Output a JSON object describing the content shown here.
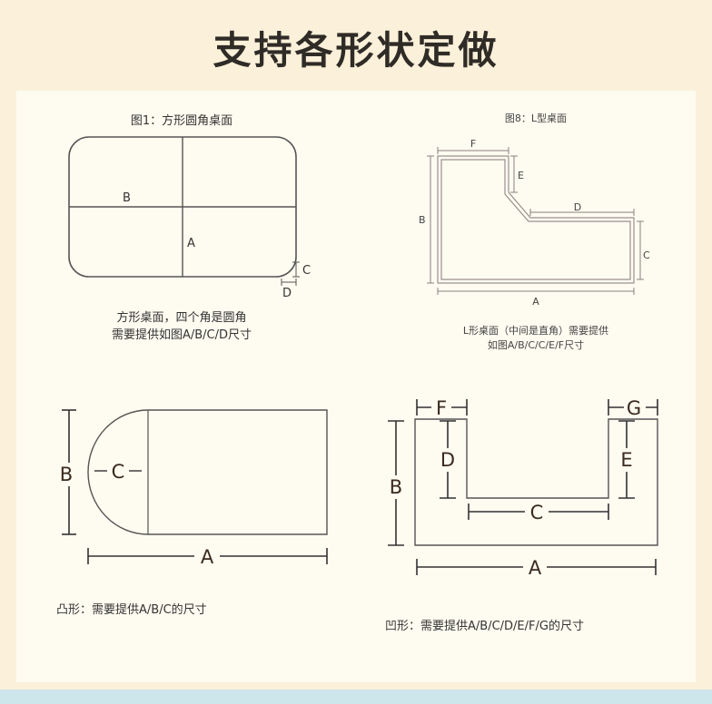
{
  "header": {
    "title": "支持各形状定做"
  },
  "fig_rect": {
    "title": "图1：方形圆角桌面",
    "label_a": "A",
    "label_b": "B",
    "label_c": "C",
    "label_d": "D",
    "caption_line1": "方形桌面，四个角是圆角",
    "caption_line2": "需要提供如图A/B/C/D尺寸"
  },
  "fig_l": {
    "title": "图8：L型桌面",
    "label_a": "A",
    "label_b": "B",
    "label_c": "C",
    "label_d": "D",
    "label_e": "E",
    "label_f": "F",
    "caption_line1": "L形桌面（中间是直角）需要提供",
    "caption_line2": "如图A/B/C/C/E/F尺寸"
  },
  "fig_convex": {
    "label_a": "A",
    "label_b": "B",
    "label_c": "C",
    "caption": "凸形：需要提供A/B/C的尺寸"
  },
  "fig_concave": {
    "label_a": "A",
    "label_b": "B",
    "label_c": "C",
    "label_d": "D",
    "label_e": "E",
    "label_f": "F",
    "label_g": "G",
    "caption": "凹形：需要提供A/B/C/D/E/F/G的尺寸"
  }
}
